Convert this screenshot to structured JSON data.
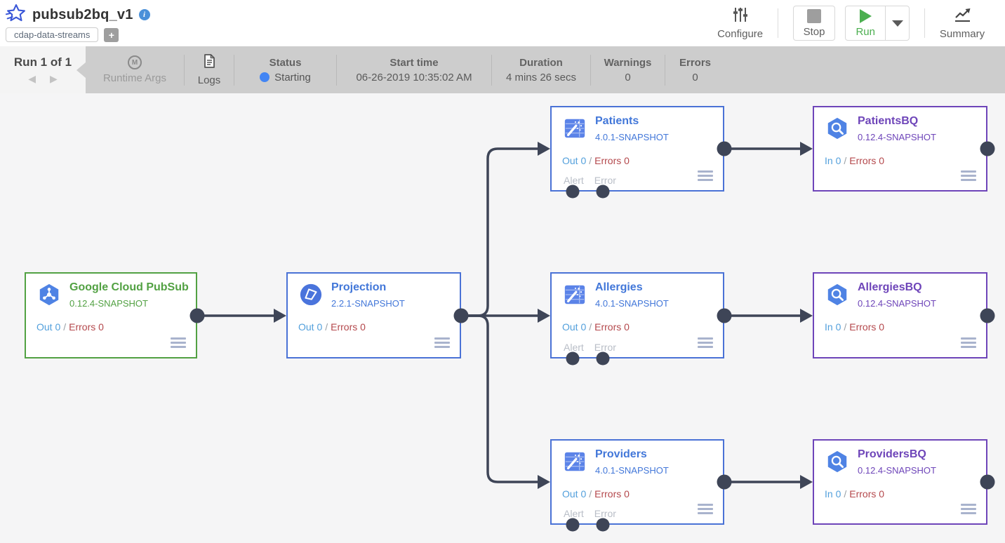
{
  "header": {
    "title": "pubsub2bq_v1",
    "tag": "cdap-data-streams",
    "configure_label": "Configure",
    "stop_label": "Stop",
    "run_label": "Run",
    "summary_label": "Summary"
  },
  "icons": {
    "info_glyph": "i",
    "add_tag_glyph": "+",
    "runtime_args_glyph": "M",
    "nav_prev_glyph": "◀",
    "nav_next_glyph": "▶"
  },
  "run_bar": {
    "run_nav_label": "Run 1 of 1",
    "runtime_args_label": "Runtime Args",
    "logs_label": "Logs",
    "status_label": "Status",
    "status_value": "Starting",
    "start_time_label": "Start time",
    "start_time_value": "06-26-2019 10:35:02 AM",
    "duration_label": "Duration",
    "duration_value": "4 mins 26 secs",
    "warnings_label": "Warnings",
    "warnings_value": "0",
    "errors_label": "Errors",
    "errors_value": "0"
  },
  "nodes": [
    {
      "title": "Google Cloud PubSub",
      "version": "0.12.4-SNAPSHOT",
      "metric_io": "Out 0",
      "metric_sep": "/",
      "metric_errors": "Errors 0",
      "type": "source"
    },
    {
      "title": "Projection",
      "version": "2.2.1-SNAPSHOT",
      "metric_io": "Out 0",
      "metric_sep": "/",
      "metric_errors": "Errors 0",
      "type": "transform"
    },
    {
      "title": "Patients",
      "version": "4.0.1-SNAPSHOT",
      "metric_io": "Out 0",
      "metric_sep": "/",
      "metric_errors": "Errors 0",
      "alert_label": "Alert",
      "error_label": "Error",
      "type": "transform"
    },
    {
      "title": "Allergies",
      "version": "4.0.1-SNAPSHOT",
      "metric_io": "Out 0",
      "metric_sep": "/",
      "metric_errors": "Errors 0",
      "alert_label": "Alert",
      "error_label": "Error",
      "type": "transform"
    },
    {
      "title": "Providers",
      "version": "4.0.1-SNAPSHOT",
      "metric_io": "Out 0",
      "metric_sep": "/",
      "metric_errors": "Errors 0",
      "alert_label": "Alert",
      "error_label": "Error",
      "type": "transform"
    },
    {
      "title": "PatientsBQ",
      "version": "0.12.4-SNAPSHOT",
      "metric_io": "In 0",
      "metric_sep": "/",
      "metric_errors": "Errors 0",
      "type": "sink"
    },
    {
      "title": "AllergiesBQ",
      "version": "0.12.4-SNAPSHOT",
      "metric_io": "In 0",
      "metric_sep": "/",
      "metric_errors": "Errors 0",
      "type": "sink"
    },
    {
      "title": "ProvidersBQ",
      "version": "0.12.4-SNAPSHOT",
      "metric_io": "In 0",
      "metric_sep": "/",
      "metric_errors": "Errors 0",
      "type": "sink"
    }
  ],
  "colors": {
    "source_accent": "#52a143",
    "transform_accent": "#4a72d6",
    "sink_accent": "#6e45b9",
    "edge": "#3e4557",
    "status_dot_blue": "#4285f4",
    "run_green": "#4caf50",
    "io_blue": "#53a0dc",
    "errors_red": "#b4484c",
    "run_bar_gray": "#cdcdcd",
    "canvas_bg": "#f5f5f6"
  }
}
